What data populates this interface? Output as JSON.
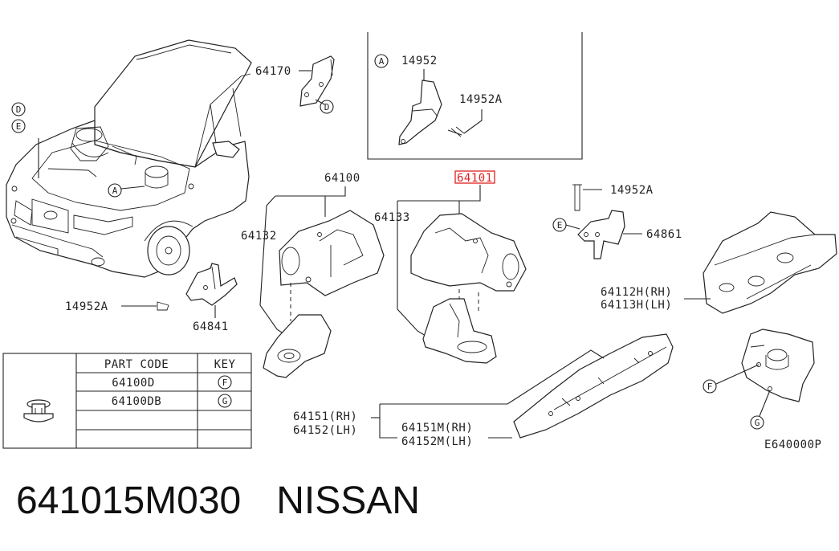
{
  "diagram": {
    "reference_code": "E640000P",
    "callouts": {
      "car_D": "D",
      "car_E": "E",
      "car_A": "A",
      "p64170": "64170",
      "p64170_key": "D",
      "inset_key": "A",
      "inset_14952": "14952",
      "inset_14952A": "14952A",
      "p64100": "64100",
      "p64101": "64101",
      "p64132": "64132",
      "p64133": "64133",
      "p14952A_left": "14952A",
      "p64841": "64841",
      "p14952A_right": "14952A",
      "key_E": "E",
      "p64861": "64861",
      "p64112H": "64112H(RH)",
      "p64113H": "64113H(LH)",
      "p64151": "64151(RH)",
      "p64152": "64152(LH)",
      "p64151M": "64151M(RH)",
      "p64152M": "64152M(LH)",
      "key_F": "F",
      "key_G": "G"
    },
    "part_table": {
      "headers": {
        "code": "PART CODE",
        "key": "KEY"
      },
      "rows": [
        {
          "code": "64100D",
          "key": "F"
        },
        {
          "code": "64100DB",
          "key": "G"
        },
        {
          "code": "",
          "key": ""
        },
        {
          "code": "",
          "key": ""
        }
      ]
    },
    "highlight_color": "#e02020"
  },
  "caption": {
    "part_number": "641015M030",
    "brand": "NISSAN"
  }
}
